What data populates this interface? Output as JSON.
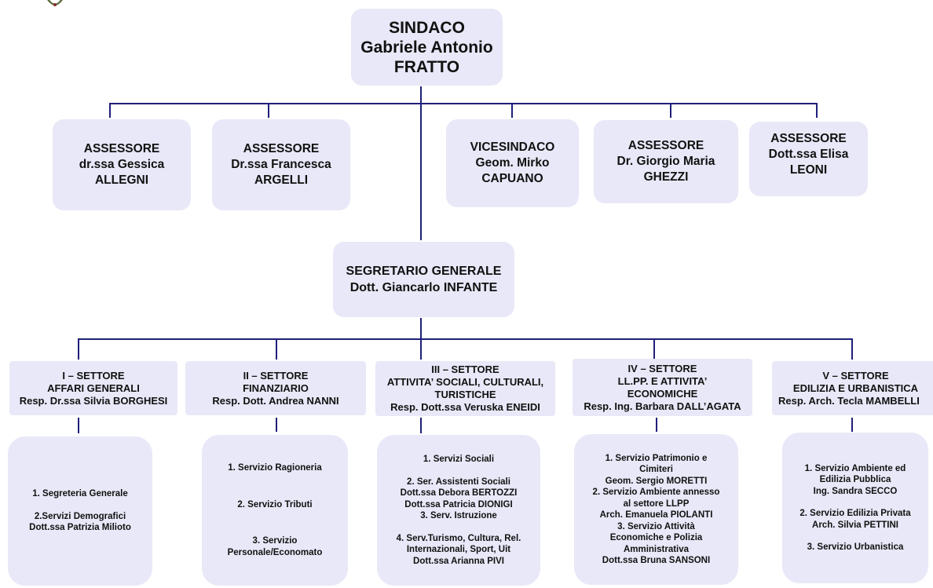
{
  "mayor": [
    "SINDACO",
    "Gabriele Antonio",
    "FRATTO"
  ],
  "assessors": [
    [
      "ASSESSORE",
      "dr.ssa Gessica",
      "ALLEGNI"
    ],
    [
      "ASSESSORE",
      "Dr.ssa Francesca",
      "ARGELLI"
    ],
    [
      "VICESINDACO",
      "Geom. Mirko",
      "CAPUANO"
    ],
    [
      "ASSESSORE",
      "Dr. Giorgio Maria",
      "GHEZZI"
    ],
    [
      "ASSESSORE",
      "Dott.ssa Elisa",
      "LEONI"
    ]
  ],
  "secretary": [
    "SEGRETARIO GENERALE",
    "Dott. Giancarlo INFANTE"
  ],
  "sectors": [
    [
      "I – SETTORE",
      "AFFARI GENERALI",
      "Resp. Dr.ssa Silvia BORGHESI"
    ],
    [
      "II – SETTORE",
      "FINANZIARIO",
      "Resp. Dott. Andrea NANNI"
    ],
    [
      "III – SETTORE",
      "ATTIVITA’ SOCIALI, CULTURALI,",
      "TURISTICHE",
      "Resp. Dott.ssa Veruska ENEIDI"
    ],
    [
      "IV – SETTORE",
      "LL.PP. E ATTIVITA’",
      "ECONOMICHE",
      "Resp. Ing. Barbara DALL’AGATA"
    ],
    [
      "V – SETTORE",
      "EDILIZIA E URBANISTICA",
      "Resp. Arch. Tecla MAMBELLI"
    ]
  ],
  "services": [
    [
      "1.  Segreteria Generale",
      "",
      "2.Servizi Demografici",
      "Dott.ssa Patrizia Milioto"
    ],
    [
      "1. Servizio Ragioneria",
      "",
      "",
      "2. Servizio Tributi",
      "",
      "",
      "3. Servizio",
      "Personale/Economato"
    ],
    [
      "1. Servizi Sociali",
      "",
      "2. Ser. Assistenti Sociali",
      "Dott.ssa Debora BERTOZZI",
      "Dott.ssa Patricia DIONIGI",
      "3. Serv. Istruzione",
      "",
      "4. Serv.Turismo, Cultura, Rel.",
      "Internazionali, Sport, Uit",
      "Dott.ssa Arianna PIVI"
    ],
    [
      "1. Servizio Patrimonio e",
      "Cimiteri",
      "Geom. Sergio MORETTI",
      "2. Servizio Ambiente annesso",
      "al settore LLPP",
      "Arch. Emanuela PIOLANTI",
      "3. Servizio Attività",
      "Economiche e Polizia",
      "Amministrativa",
      "Dott.ssa Bruna SANSONI"
    ],
    [
      "1. Servizio Ambiente ed",
      "Edilizia Pubblica",
      "Ing. Sandra SECCO",
      "",
      "2. Servizio Edilizia Privata",
      "Arch. Silvia PETTINI",
      "",
      "3. Servizio Urbanistica"
    ]
  ],
  "colors": {
    "box_fill": "#e8e8f8",
    "connector": "#1f1f7a",
    "text": "#111111"
  }
}
